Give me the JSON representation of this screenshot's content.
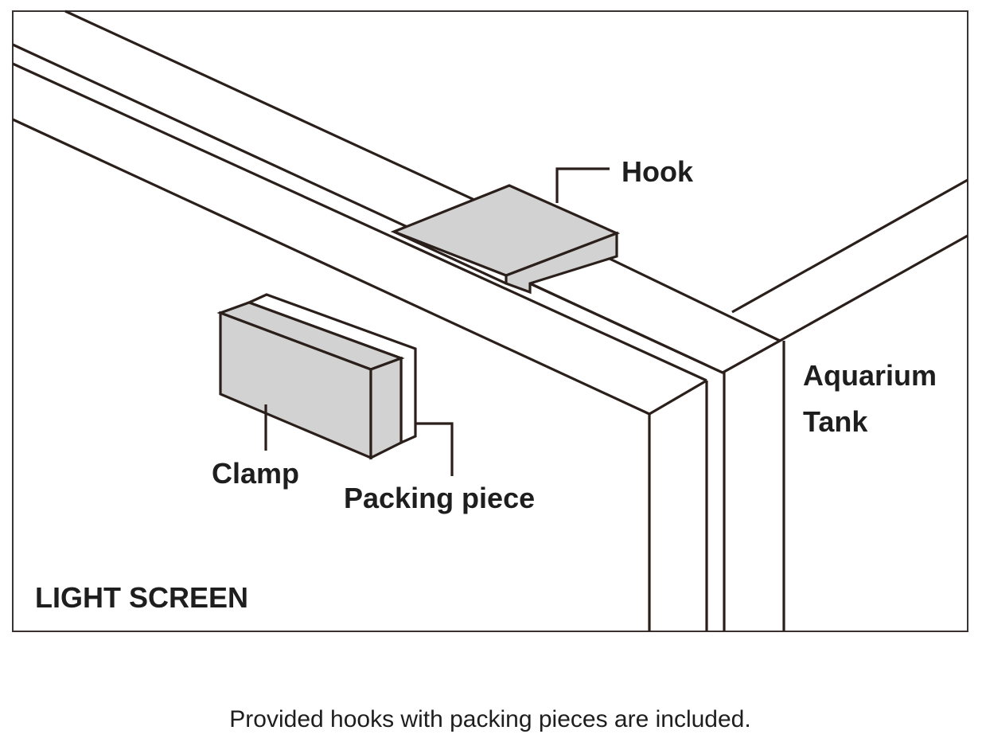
{
  "diagram": {
    "labels": {
      "hook": "Hook",
      "aquarium_line1": "Aquarium",
      "aquarium_line2": "Tank",
      "clamp": "Clamp",
      "packing_piece": "Packing piece",
      "light_screen": "LIGHT SCREEN"
    },
    "caption": "Provided hooks with packing pieces are included.",
    "colors": {
      "line": "#2a1f1a",
      "part_fill": "#d2d2d2",
      "background": "#ffffff"
    }
  }
}
